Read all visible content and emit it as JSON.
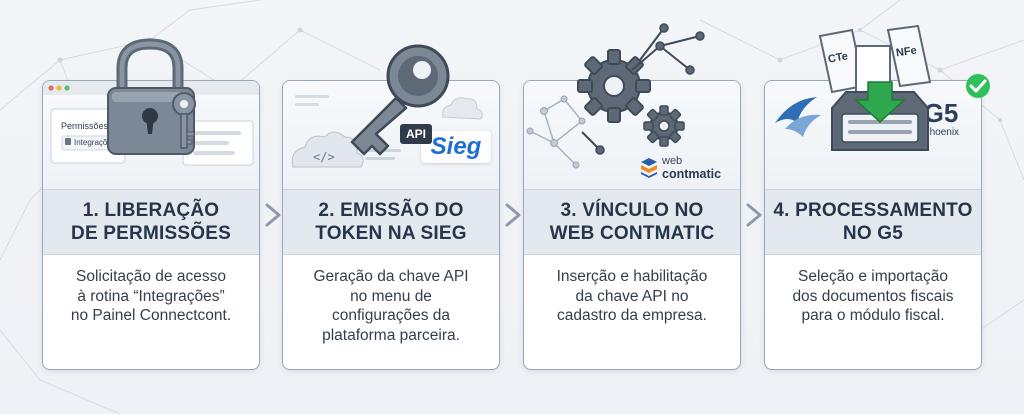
{
  "steps": [
    {
      "title_line1": "1. LIBERAÇÃO",
      "title_line2": "DE PERMISSÕES",
      "desc_lines": [
        "Solicitação de acesso",
        "à rotina “Integrações”",
        "no Painel Connectcont."
      ],
      "mock_window": {
        "heading": "Permissões",
        "item": "Integrações"
      }
    },
    {
      "title_line1": "2. EMISSÃO DO",
      "title_line2": "TOKEN NA SIEG",
      "desc_lines": [
        "Geração da chave API",
        "no menu de",
        "configurações da",
        "plataforma parceira."
      ],
      "key_label": "API",
      "brand": "Sieg"
    },
    {
      "title_line1": "3. VÍNCULO NO",
      "title_line2": "WEB CONTMATIC",
      "desc_lines": [
        "Inserção e habilitação",
        "da chave API no",
        "cadastro da empresa."
      ],
      "brand_line1": "web",
      "brand_line2": "contmatic"
    },
    {
      "title_line1": "4. PROCESSAMENTO",
      "title_line2": "NO G5",
      "desc_lines": [
        "Seleção e importação",
        "dos documentos fiscais",
        "para o módulo fiscal."
      ],
      "doc1_label": "CTe",
      "doc2_label": "NFe",
      "brand_line1": "G5",
      "brand_line2": "Phoenix"
    }
  ],
  "colors": {
    "card_border": "#9aa7b6",
    "title_text": "#26354a",
    "title_band": "#e4e9ef",
    "icon_gray": "#6b7684",
    "sieg_blue": "#1f6fd1",
    "check_green": "#2fbf5b",
    "download_green": "#2ea84f"
  },
  "icons": [
    "padlock-icon",
    "key-icon",
    "gear-icon",
    "network-icon",
    "cloud-icon",
    "code-icon",
    "document-icon",
    "inbox-tray-icon",
    "download-arrow-icon",
    "check-icon",
    "bird-logo-icon",
    "chevron-right-icon"
  ]
}
